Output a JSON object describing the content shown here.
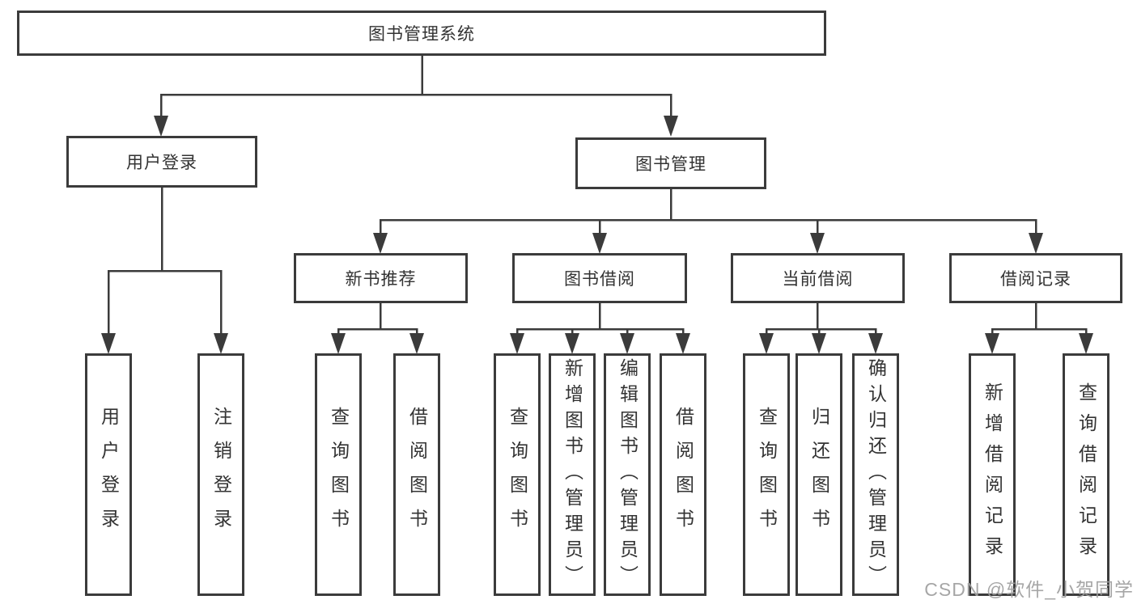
{
  "diagram": {
    "root": "图书管理系统",
    "level2": {
      "user_login": "用户登录",
      "book_management": "图书管理"
    },
    "level3": {
      "new_book_recommend": "新书推荐",
      "book_borrow": "图书借阅",
      "current_borrow": "当前借阅",
      "borrow_records": "借阅记录"
    },
    "leaves": {
      "user_login": "用户登录",
      "logout": "注销登录",
      "recommend_query_book": "查询图书",
      "recommend_borrow_book": "借阅图书",
      "borrow_query_book": "查询图书",
      "add_book_admin": "新增图书（管理员）",
      "edit_book_admin": "编辑图书（管理员）",
      "borrow_borrow_book": "借阅图书",
      "current_query_book": "查询图书",
      "return_book": "归还图书",
      "confirm_return_admin": "确认归还（管理员）",
      "add_borrow_record": "新增借阅记录",
      "query_borrow_record": "查询借阅记录"
    }
  },
  "watermark": "CSDN @软件_小贺同学",
  "colors": {
    "line": "#3b3b3b",
    "text": "#333333",
    "background": "#ffffff",
    "watermark": "#9f9f9f"
  }
}
